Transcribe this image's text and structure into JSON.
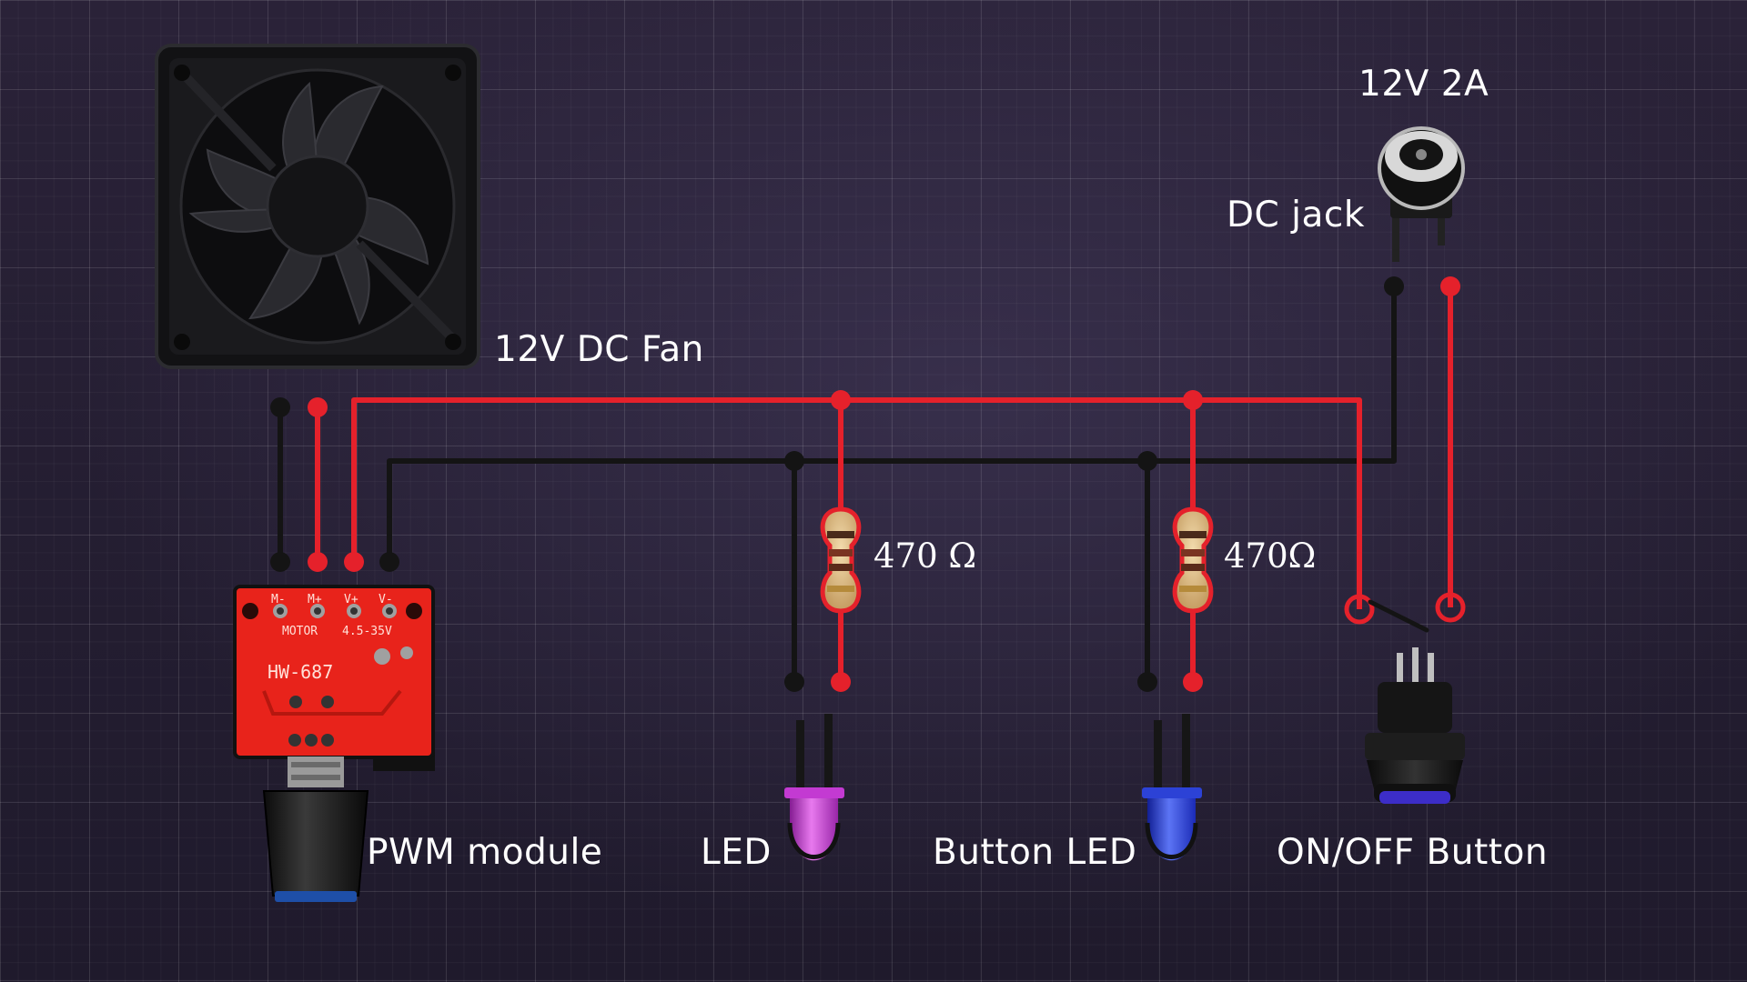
{
  "labels": {
    "fan": "12V DC Fan",
    "power_rating": "12V 2A",
    "dc_jack": "DC jack",
    "resistor1": "470 Ω",
    "resistor2": "470Ω",
    "pwm": "PWM module",
    "led": "LED",
    "button_led": "Button LED",
    "switch": "ON/OFF  Button"
  },
  "pcb": {
    "pins": [
      "M-",
      "M+",
      "V+",
      "V-"
    ],
    "motor": "MOTOR",
    "voltage": "4.5-35V",
    "model": "HW-687"
  },
  "colors": {
    "positive_wire": "#e5212b",
    "negative_wire": "#141414",
    "pcb": "#e8231b",
    "led_magenta": "#d23ee0",
    "led_blue": "#2a3ff0"
  },
  "icons": [
    "fan-icon",
    "dc-jack-icon",
    "resistor-icon",
    "led-icon",
    "pwm-module-icon",
    "push-button-icon",
    "switch-symbol-icon"
  ]
}
